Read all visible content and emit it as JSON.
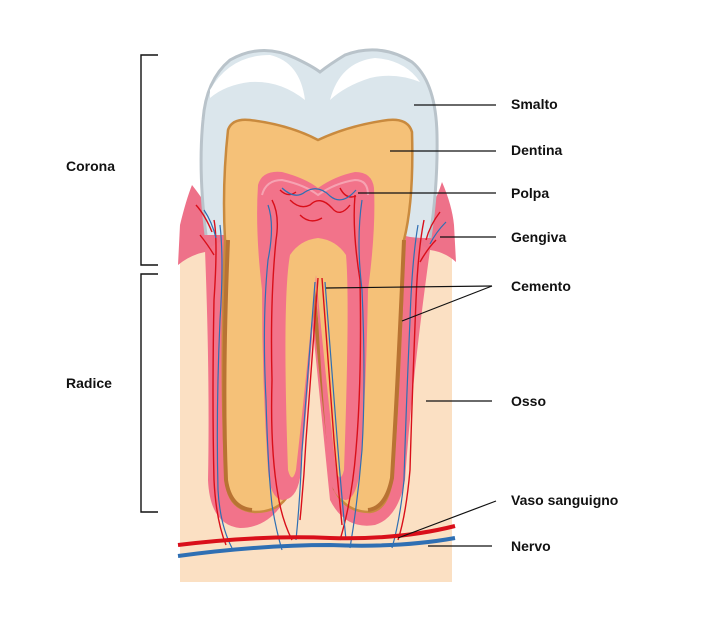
{
  "colors": {
    "enamel": "#dbe6ec",
    "enamel_outline": "#b9c3ca",
    "dentin": "#f5c178",
    "dentin_outline": "#c98a3e",
    "pulp": "#f2738a",
    "pulp_light": "#f6a3b2",
    "gum": "#ee7189",
    "bone": "#fbe0c3",
    "blood_vessel": "#d90f1a",
    "nerve": "#2f6fb3",
    "cementum": "#b87333"
  },
  "regions": {
    "crown": "Corona",
    "root": "Radice"
  },
  "labels": {
    "enamel": "Smalto",
    "dentin": "Dentina",
    "pulp": "Polpa",
    "gum": "Gengiva",
    "cementum": "Cemento",
    "bone": "Osso",
    "blood_vessel": "Vaso sanguigno",
    "nerve": "Nervo"
  }
}
